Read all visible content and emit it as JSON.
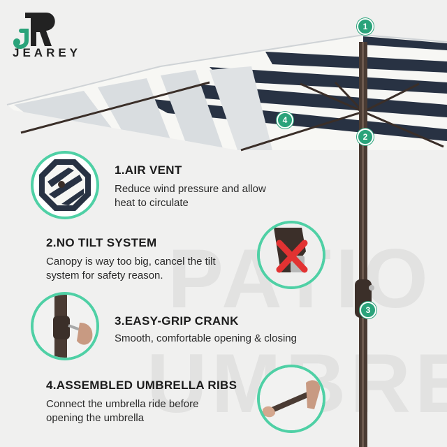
{
  "brand": {
    "name": "JEAREY"
  },
  "colors": {
    "accent": "#2aa37a",
    "ring": "#4fd0a5",
    "navy": "#283243",
    "pole": "#4a3b33"
  },
  "badges": [
    "1",
    "2",
    "3",
    "4"
  ],
  "watermark": {
    "line1": "PATIO",
    "line2": "UMBRE"
  },
  "features": [
    {
      "title": "1.AIR VENT",
      "desc_line1": "Reduce wind pressure and allow",
      "desc_line2": "heat to circulate",
      "icon": "air-vent-icon"
    },
    {
      "title": "2.NO TILT SYSTEM",
      "desc_line1": "Canopy is way too big,  cancel the tilt",
      "desc_line2": "system for safety reason.",
      "icon": "no-tilt-icon"
    },
    {
      "title": "3.EASY-GRIP CRANK",
      "desc_line1": "Smooth, comfortable opening & closing",
      "icon": "crank-icon"
    },
    {
      "title": "4.ASSEMBLED UMBRELLA RIBS",
      "desc_line1": "Connect the umbrella ride before",
      "desc_line2": "opening the umbrella",
      "icon": "ribs-icon"
    }
  ]
}
